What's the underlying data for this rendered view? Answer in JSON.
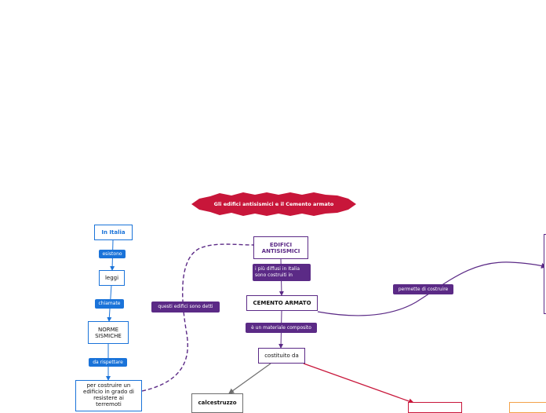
{
  "title": "Gli edifici antisismici e il Cemento armato",
  "colors": {
    "title_bg": "#c8163a",
    "blue": "#1a73d9",
    "purple": "#5b2a86",
    "gray": "#6e6e6e",
    "red": "#c8163a",
    "orange": "#f3a24a"
  },
  "nodes": {
    "in_italia": "In Italia",
    "leggi": "leggi",
    "norme_sismiche": "NORME SISMICHE",
    "costruire": "per costruire un edificio in grado di resistere ai terremoti",
    "edifici_antisismici": "EDIFICI ANTISISMICI",
    "cemento_armato": "CEMENTO ARMATO",
    "costituito_da": "costituito da",
    "calcestruzzo": "calcestruzzo"
  },
  "links": {
    "esistono": "esistono",
    "chiamate": "chiamate",
    "da_rispettare": "da rispettare",
    "questi_edifici": "questi edifici sono detti",
    "piu_diffusi": "i più diffusi in Italia sono costruiti in",
    "permette": "permette di costruire",
    "materiale_composito": "è un materiale composito"
  }
}
